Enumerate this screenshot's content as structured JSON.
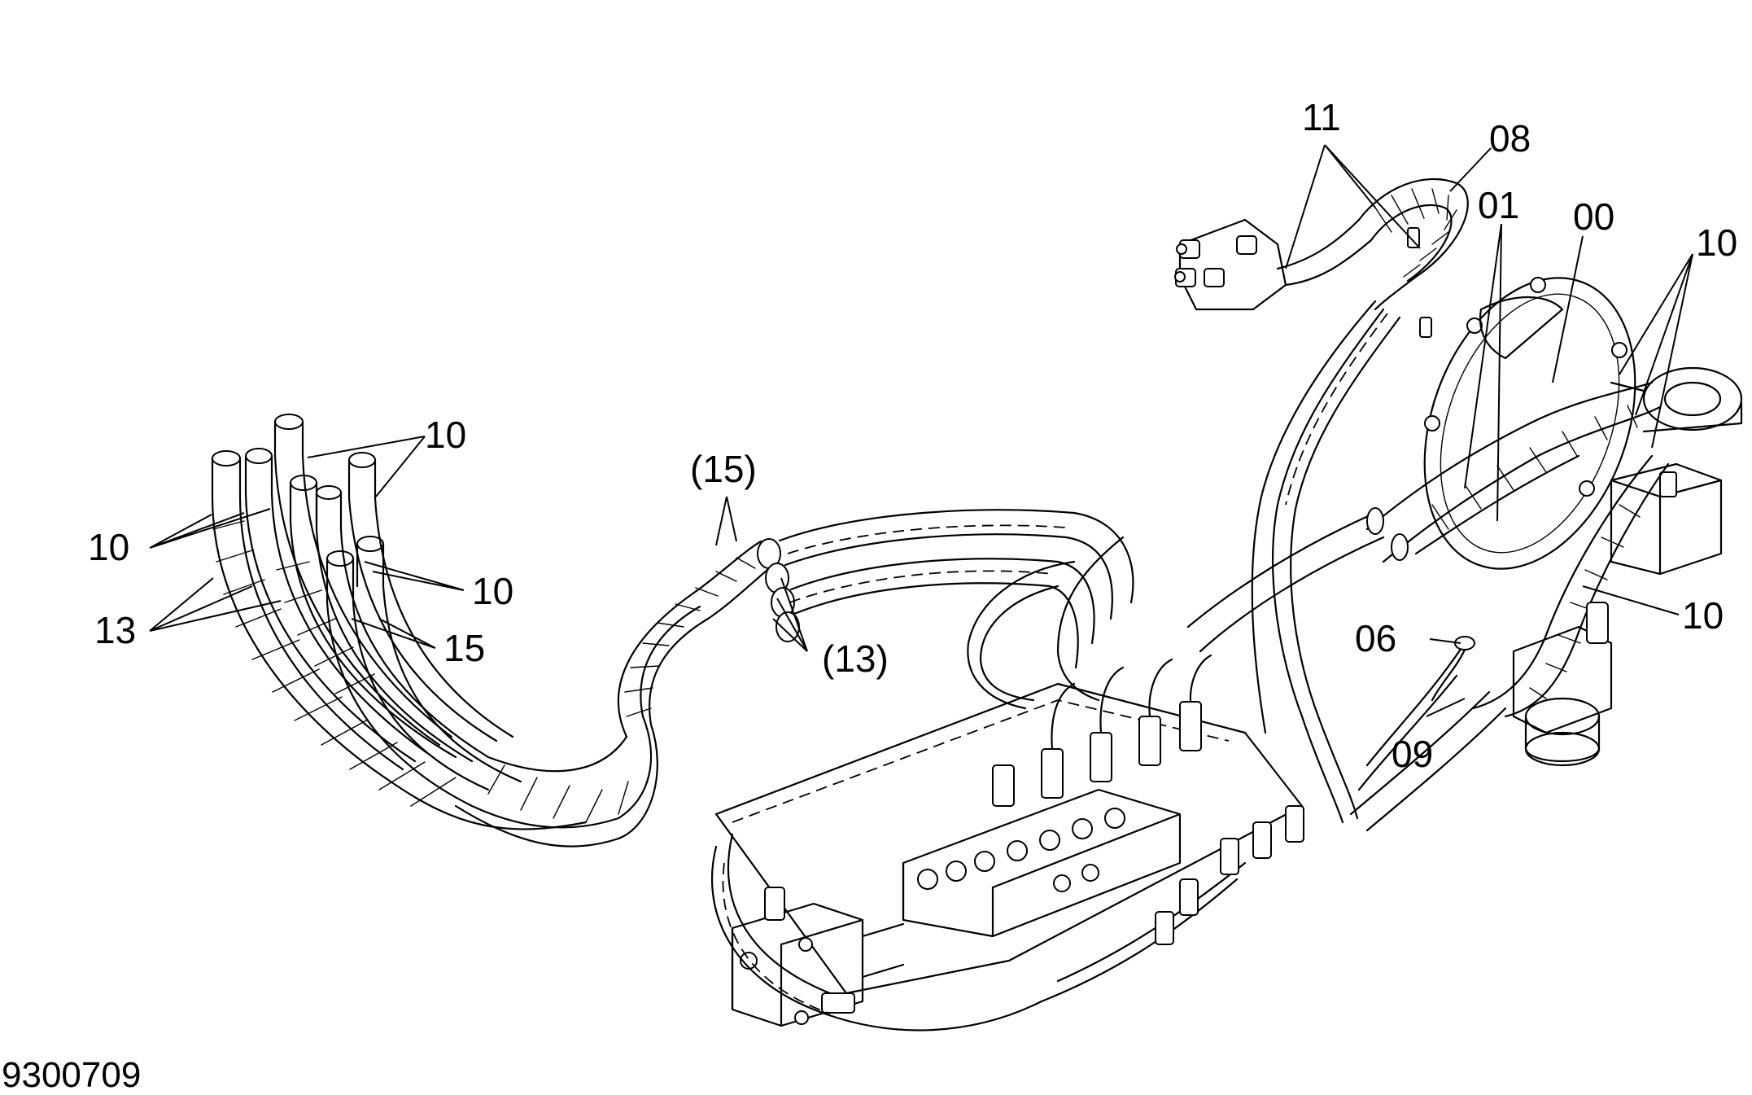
{
  "drawing_number": "9300709",
  "callouts": {
    "c00": "00",
    "c01": "01",
    "c06": "06",
    "c08": "08",
    "c09": "09",
    "c10_left_upper": "10",
    "c10_left": "10",
    "c10_left_lower": "10",
    "c10_right_upper": "10",
    "c10_right_lower": "10",
    "c11": "11",
    "c13_left": "13",
    "c13_paren": "(13)",
    "c15_left": "15",
    "c15_paren": "(15)"
  }
}
